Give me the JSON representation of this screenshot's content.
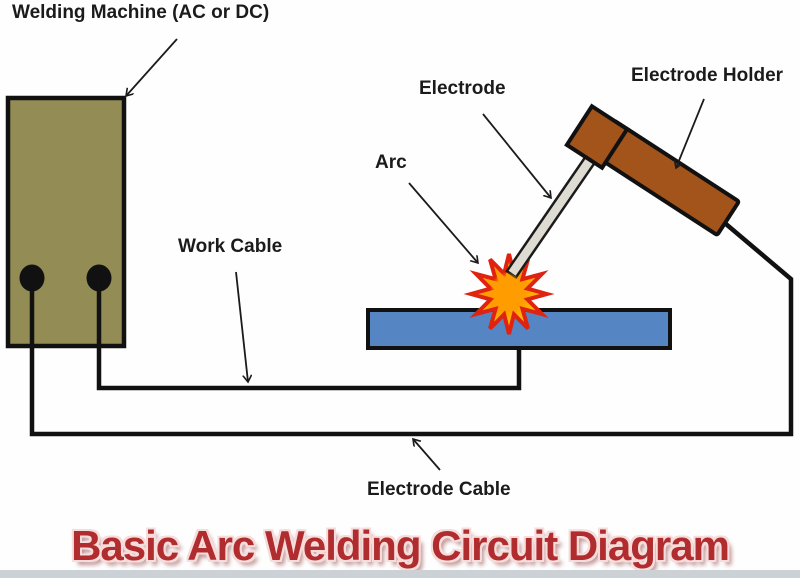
{
  "diagram": {
    "title": "Basic Arc Welding Circuit Diagram",
    "labels": {
      "welding_machine": "Welding Machine (AC or DC)",
      "electrode": "Electrode",
      "electrode_holder": "Electrode Holder",
      "arc": "Arc",
      "work_cable": "Work Cable",
      "electrode_cable": "Electrode Cable"
    }
  },
  "colors": {
    "canvas-bg": "#FEFEFE",
    "machine-fill": "#948C55",
    "workpiece-fill": "#5585C3",
    "holder-fill": "#A3541B",
    "electrode-fill": "#DEDCD2",
    "arc-yellow": "#FFE200",
    "arc-orange": "#FF9D00",
    "arc-border": "#E02311",
    "cable-color": "#111111",
    "label-color": "#1B1B1B",
    "title-red": "#B02C2E",
    "title-outline": "#F6DCDA",
    "bottom-bar": "#CCD1D5"
  }
}
